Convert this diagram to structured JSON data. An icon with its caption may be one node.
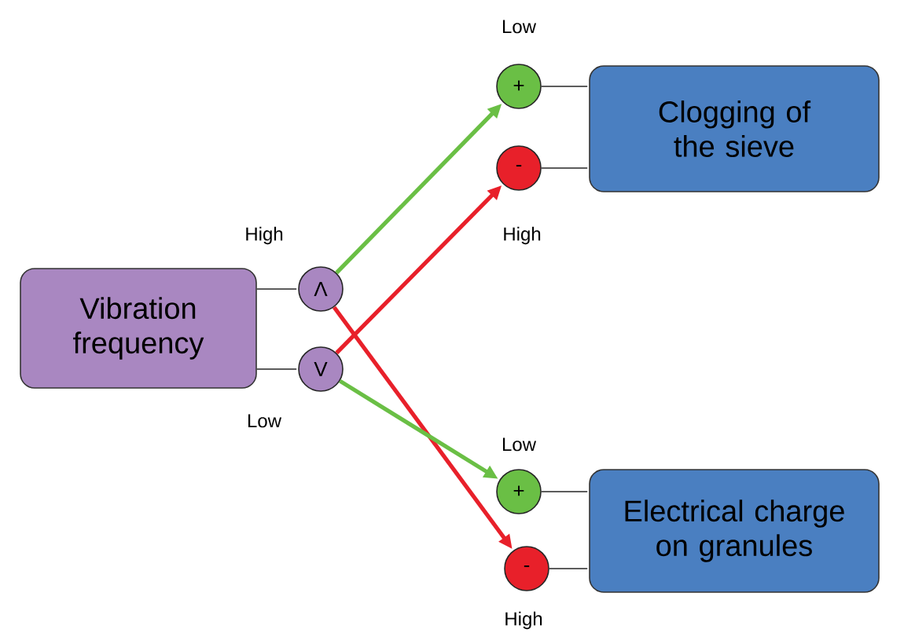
{
  "diagram": {
    "nodes": [
      {
        "text": [
          "Vibration frequency"
        ]
      },
      {
        "text": [
          "Λ"
        ],
        "beside": [
          "High"
        ]
      },
      {
        "text": [
          "V"
        ],
        "beside": [
          "Low"
        ]
      },
      {
        "text": [
          "Clogging of the sieve"
        ]
      },
      {
        "text": [
          "+"
        ],
        "beside": [
          "Low"
        ]
      },
      {
        "text": [
          "-"
        ],
        "beside": [
          "High"
        ]
      },
      {
        "text": [
          "Electrical charge on granules"
        ]
      },
      {
        "text": [
          "+"
        ],
        "beside": [
          "Low"
        ]
      },
      {
        "text": [
          "-"
        ],
        "beside": [
          "High"
        ]
      }
    ],
    "edges": [
      {
        "from": 0,
        "to": 1,
        "arrow": "none"
      },
      {
        "from": 0,
        "to": 2,
        "arrow": "none"
      },
      {
        "from": 1,
        "to": 4,
        "arrow": "to",
        "style": "thick",
        "color": "#6abf45"
      },
      {
        "from": 1,
        "to": 8,
        "arrow": "to",
        "style": "thick",
        "color": "#e8202a"
      },
      {
        "from": 2,
        "to": 5,
        "arrow": "to",
        "style": "thick",
        "color": "#e8202a"
      },
      {
        "from": 2,
        "to": 7,
        "arrow": "to",
        "style": "thick",
        "color": "#6abf45"
      },
      {
        "from": 4,
        "to": 3,
        "arrow": "none"
      },
      {
        "from": 5,
        "to": 3,
        "arrow": "none"
      },
      {
        "from": 7,
        "to": 6,
        "arrow": "none"
      },
      {
        "from": 8,
        "to": 6,
        "arrow": "none"
      }
    ]
  }
}
